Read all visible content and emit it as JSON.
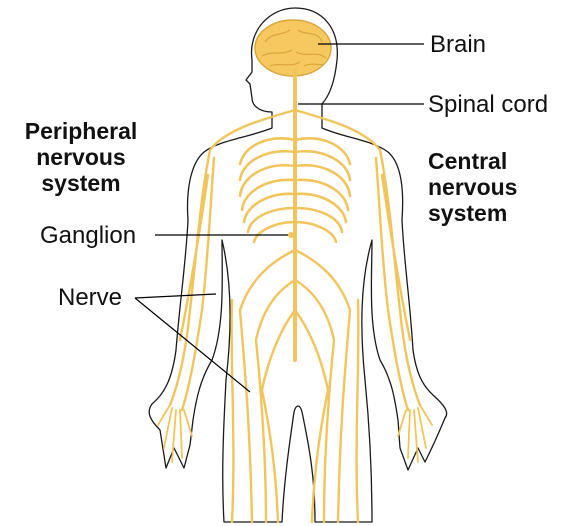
{
  "labels": {
    "brain": "Brain",
    "spinal_cord": "Spinal cord",
    "ganglion": "Ganglion",
    "nerve": "Nerve",
    "peripheral": [
      "Peripheral",
      "nervous",
      "system"
    ],
    "central": [
      "Central",
      "nervous",
      "system"
    ]
  },
  "colors": {
    "outline": "#1a1a1a",
    "nerve": "#f2c45c",
    "nerve_dark": "#dca43c",
    "brain": "#f5c860",
    "leader": "#000000"
  }
}
